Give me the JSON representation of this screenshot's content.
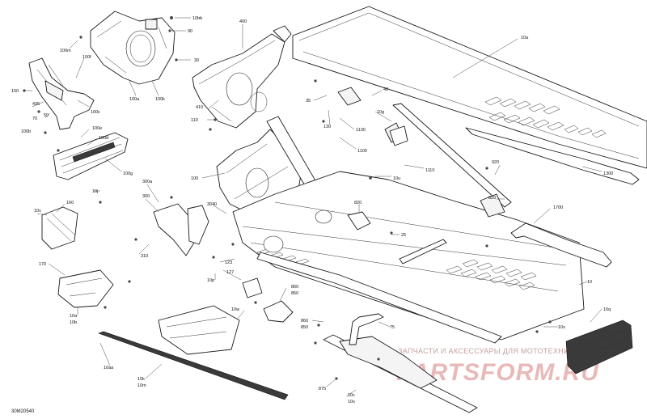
{
  "diagram_code": "30M20540",
  "watermark": {
    "caption": "ЗАПЧАСТИ И АКСЕССУАРЫ ДЛЯ МОТОТЕХНИКИ",
    "logo": "PARTSFORM.RU"
  },
  "callouts": {
    "c10bb": "10bb",
    "c90": "90",
    "c400": "400",
    "c10a": "10a",
    "c100m": "100m",
    "c100f": "100f",
    "c30": "30",
    "c100a": "100a",
    "c100k": "100k",
    "c410": "410",
    "c110": "110",
    "c150": "150",
    "c435": "435",
    "c100c": "100c",
    "c50": "50",
    "c70": "70",
    "c100b": "100b",
    "c100e": "100e",
    "c100d": "100d",
    "c100g": "100g",
    "c10j": "10j",
    "c35": "35",
    "c42": "42",
    "c10g": "10g",
    "c130": "130",
    "c1130": "1130",
    "c1100": "1100",
    "c1110": "1110",
    "c10u": "10u",
    "c920": "920",
    "c1300": "1300",
    "c820": "820",
    "c820b": "820",
    "c10v": "10v",
    "c160": "160",
    "c300a": "300a",
    "c300": "300",
    "c100": "100",
    "c3040": "3040",
    "c1700": "1700",
    "c25": "25",
    "c310": "310",
    "c170": "170",
    "c123": "123",
    "c127": "127",
    "c10p": "10p",
    "c10": "10",
    "c860": "860",
    "c850": "850",
    "c10w": "10w",
    "c10a2": "10a",
    "c10b": "10b",
    "c860b": "860",
    "c850b": "850",
    "c75": "75",
    "c10q": "10q",
    "c10x": "10x",
    "c10aa": "10aa",
    "c10k": "10k",
    "c10m": "10m",
    "c875": "875",
    "c10c": "10c",
    "c10s": "10s"
  }
}
